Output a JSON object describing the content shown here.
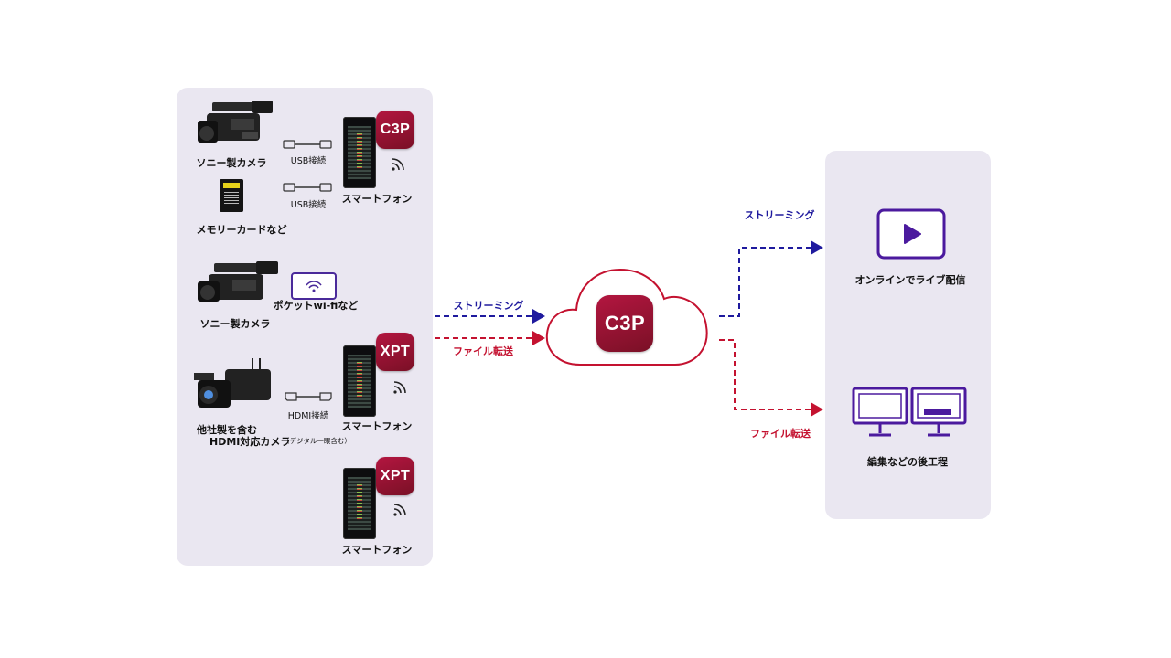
{
  "colors": {
    "streaming": "#1f1a9e",
    "file_transfer": "#c41230",
    "panel_bg": "#eae7f1",
    "app_icon": "#9e1435",
    "accent_purple": "#4b1a9e"
  },
  "source_panel": {
    "row1": {
      "camera_label": "ソニー製カメラ",
      "usb_label_1": "USB接続",
      "usb_label_2": "USB接続",
      "card_label": "メモリーカードなど",
      "phone_label": "スマートフォン",
      "app_icon": "C3P"
    },
    "row2": {
      "camera_label": "ソニー製カメラ",
      "wifi_label": "ポケットwi-fiなど"
    },
    "row3": {
      "camera_label_line1": "他社製を含む",
      "camera_label_line2": "HDMI対応カメラ",
      "camera_label_note": "（デジタル一眼含む）",
      "hdmi_label": "HDMI接続",
      "phone_label": "スマートフォン",
      "app_icon": "XPT"
    },
    "row4": {
      "phone_label": "スマートフォン",
      "app_icon": "XPT"
    }
  },
  "flow_left": {
    "streaming_label": "ストリーミング",
    "file_transfer_label": "ファイル転送"
  },
  "cloud": {
    "app_icon": "C3P"
  },
  "flow_right": {
    "streaming_label": "ストリーミング",
    "file_transfer_label": "ファイル転送"
  },
  "destination_panel": {
    "live_label": "オンラインでライブ配信",
    "post_label": "編集などの後工程",
    "live_icon": "play-monitor-icon",
    "post_icon": "dual-monitor-editing-icon"
  }
}
